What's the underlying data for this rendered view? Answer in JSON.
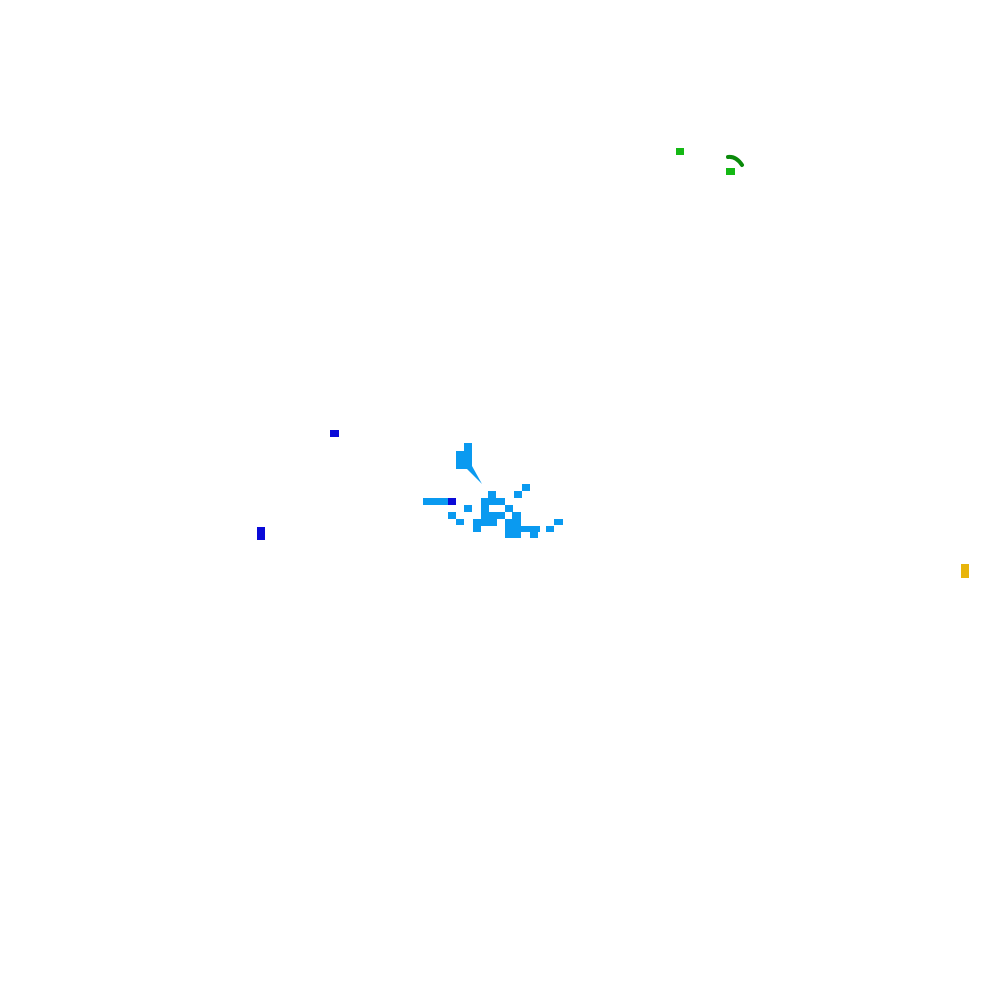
{
  "map": {
    "background": "#ffffff",
    "palette": {
      "light_blue": "#0a9af0",
      "dark_blue": "#0a0ad8",
      "green": "#14b814",
      "dark_green": "#0a8a0a",
      "yellow": "#e8b40a"
    },
    "layers": [
      {
        "name": "light-blue-cluster",
        "color_key": "light_blue"
      },
      {
        "name": "dark-blue-points",
        "color_key": "dark_blue"
      },
      {
        "name": "green-points",
        "color_key": "green"
      },
      {
        "name": "yellow-points",
        "color_key": "yellow"
      }
    ]
  }
}
